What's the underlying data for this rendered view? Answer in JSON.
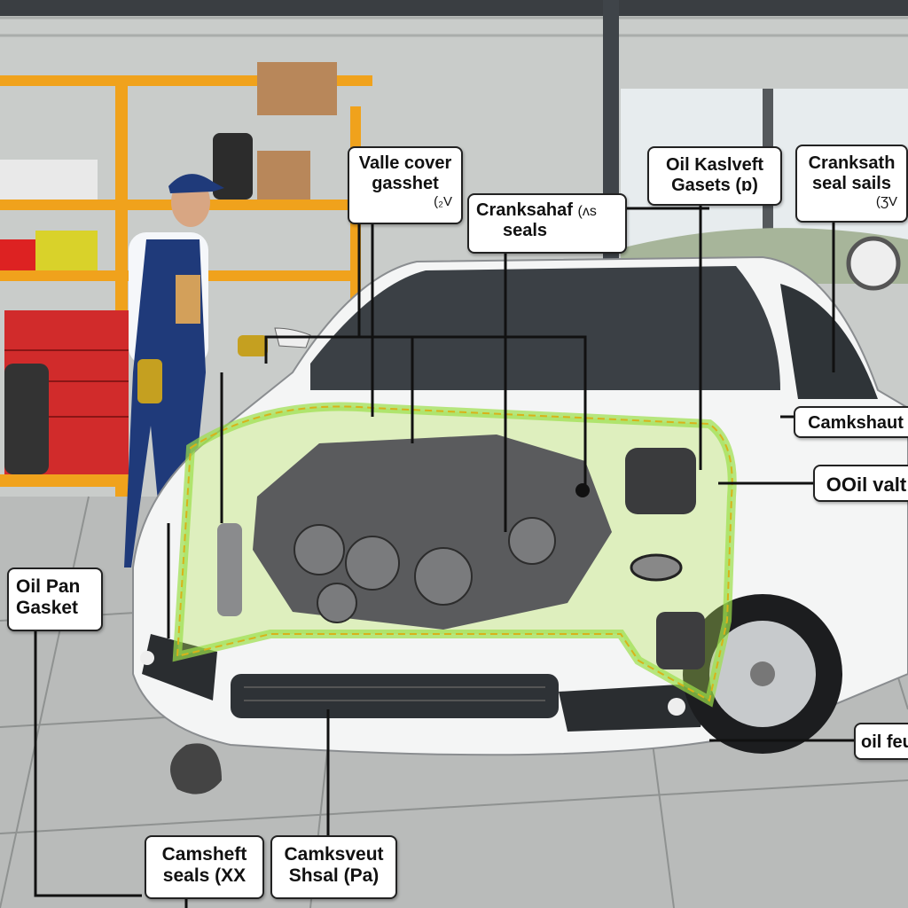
{
  "labels": {
    "valve_cover": {
      "line1": "Valle cover",
      "line2": "gasshet",
      "sub": "(₂V"
    },
    "crankshaft_seals": {
      "line1": "Cranksahaf",
      "suffix": "(ʌs",
      "line2": "seals"
    },
    "oil_gaskets": {
      "line1": "Oil Kaslveft",
      "line2": "Gasets (ɒ)"
    },
    "crankshaft_seal_sails": {
      "line1": "Cranksath",
      "line2": "seal sails",
      "sub": "(ƷV"
    },
    "camkshaut": {
      "text": "Camkshaut"
    },
    "oil_valt": {
      "text": "OOil valt"
    },
    "oil_pan": {
      "line1": "Oil Pan",
      "line2": "Gasket"
    },
    "oil_feu": {
      "text": "oil feu"
    },
    "camshaft_seals": {
      "line1": "Camshеft",
      "line2": "seals (XX"
    },
    "camksveut": {
      "line1": "Camksveut",
      "line2": "Shsal (Pa)"
    }
  },
  "colors": {
    "highlight": "#9be04a",
    "shelf": "#f0a21c",
    "car": "#f4f5f5",
    "overalls": "#1f3a7a"
  }
}
